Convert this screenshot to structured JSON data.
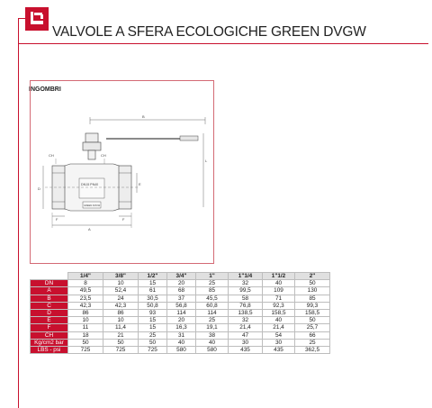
{
  "header": {
    "title": "VALVOLE A SFERA ECOLOGICHE GREEN DVGW",
    "accent_color": "#c8102e",
    "logo_icon": "tap-logo-icon"
  },
  "section": {
    "title": "INGOMBRI"
  },
  "drawing": {
    "labels": {
      "b": "B",
      "l": "L",
      "ch_left": "CH",
      "ch_right": "CH",
      "d": "D",
      "f_left": "F",
      "f_right": "F",
      "a": "A",
      "e": "E",
      "body_mark_1": "DN15 PN40",
      "body_mark_2": "GREEN DVGW"
    }
  },
  "table": {
    "headers": [
      "1/4\"",
      "3/8\"",
      "1/2\"",
      "3/4\"",
      "1\"",
      "1\"1/4",
      "1\"1/2",
      "2\""
    ],
    "rows": [
      {
        "label": "DN",
        "values": [
          "8",
          "10",
          "15",
          "20",
          "25",
          "32",
          "40",
          "50"
        ]
      },
      {
        "label": "A",
        "values": [
          "49,5",
          "52,4",
          "61",
          "68",
          "85",
          "99,5",
          "109",
          "130"
        ]
      },
      {
        "label": "B",
        "values": [
          "23,5",
          "24",
          "30,5",
          "37",
          "45,5",
          "58",
          "71",
          "85"
        ]
      },
      {
        "label": "C",
        "values": [
          "42,3",
          "42,3",
          "50,8",
          "56,8",
          "60,8",
          "76,8",
          "92,3",
          "99,3"
        ]
      },
      {
        "label": "D",
        "values": [
          "86",
          "86",
          "93",
          "114",
          "114",
          "138,5",
          "158,5",
          "158,5"
        ]
      },
      {
        "label": "E",
        "values": [
          "10",
          "10",
          "15",
          "20",
          "25",
          "32",
          "40",
          "50"
        ]
      },
      {
        "label": "F",
        "values": [
          "11",
          "11,4",
          "15",
          "16,3",
          "19,1",
          "21,4",
          "21,4",
          "25,7"
        ]
      },
      {
        "label": "CH",
        "values": [
          "18",
          "21",
          "25",
          "31",
          "38",
          "47",
          "54",
          "66"
        ]
      },
      {
        "label": "Kg/cm2 bar",
        "values": [
          "50",
          "50",
          "50",
          "40",
          "40",
          "30",
          "30",
          "25"
        ]
      },
      {
        "label": "LBS - psi",
        "values": [
          "725",
          "725",
          "725",
          "580",
          "580",
          "435",
          "435",
          "362,5"
        ]
      }
    ]
  }
}
